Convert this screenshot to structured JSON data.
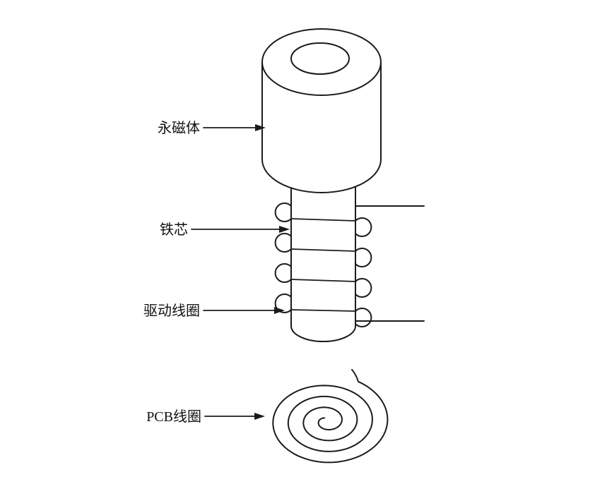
{
  "diagram": {
    "type": "technical-line-diagram",
    "labels": {
      "permanent_magnet": "永磁体",
      "iron_core": "铁芯",
      "drive_coil": "驱动线圈",
      "pcb_coil": "PCB线圈"
    },
    "colors": {
      "line": "#1b1b1b",
      "background": "#ffffff",
      "text": "#111111"
    }
  }
}
